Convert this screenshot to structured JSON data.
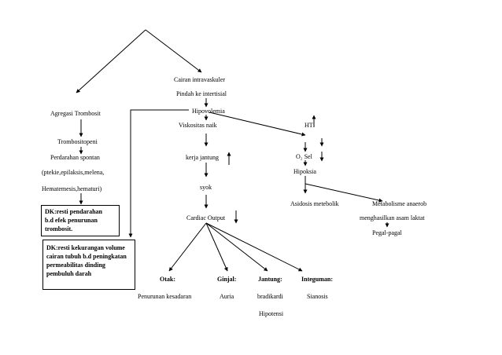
{
  "nodes": {
    "cairan_intravaskuler": "Cairan intravaskuler",
    "pindah_ke_intertisial": "Pindah ke intertisial",
    "hipovolemia": "Hipovolemia",
    "viskositas_naik": "Viskositas naik",
    "kerja_jantung": "kerja jantung",
    "syok": "syok",
    "cardiac_output": "Cardiac Output",
    "agregasi_trombosit": "Agregasi Trombosit",
    "trombositopeni": "Trombositopeni",
    "perdarahan_spontan": "Perdarahan spontan",
    "ptekie": "(ptekie,epilaksis,melena,",
    "hematemesis": "Hematemesis,hematuri)",
    "ht": "HT",
    "o2_sel": "O₂ Sel",
    "hipoksia": "Hipoksia",
    "asidosis_metebolik": "Asidosis metebolik",
    "metabolisme_anaerob": "Metabolisme anaerob",
    "menghasilkan_asam_laktat": "menghasilkan asam laktat",
    "pegal_pegal": "Pegal-pagal",
    "otak": "Otak:",
    "penurunan_kesadaran": "Penurunan kesadaran",
    "ginjal": "Ginjal:",
    "auria": "Auria",
    "jantung": "Jantung:",
    "bradikardi": "bradikardi",
    "hipotensi": "Hipotensi",
    "integuman": "Integuman:",
    "sianosis": "Sianosis"
  },
  "boxes": {
    "dk_perdarahan": [
      "DK:resti pendarahan",
      "b.d efek penurunan",
      "trombosit."
    ],
    "dk_cairan": [
      "DK:resti kekurangan volume",
      "cairan tubuh b.d peningkatan",
      "permeabilitas dinding",
      "pembuluh darah"
    ]
  }
}
